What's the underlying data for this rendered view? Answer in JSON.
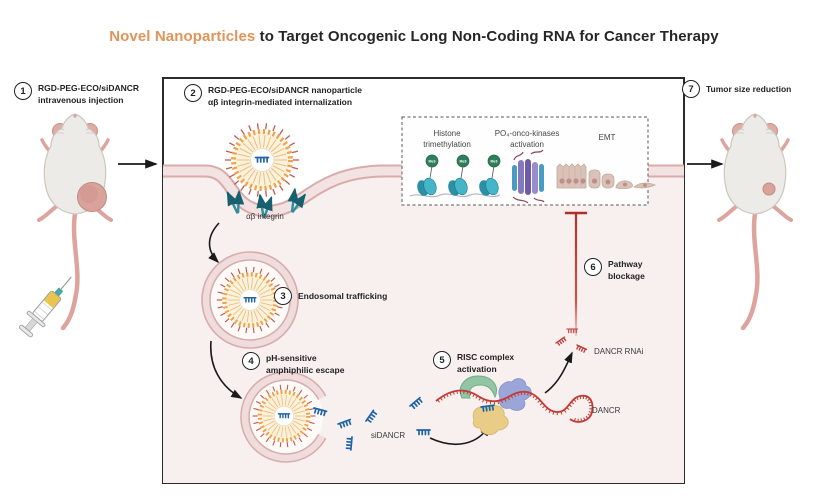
{
  "title": {
    "highlight": "Novel Nanoparticles",
    "rest": " to Target Oncogenic Long Non-Coding RNA for Cancer Therapy"
  },
  "steps": [
    {
      "num": "1",
      "line1": "RGD-PEG-ECO/siDANCR",
      "line2": "intravenous injection"
    },
    {
      "num": "2",
      "line1": "RGD-PEG-ECO/siDANCR nanoparticle",
      "line2": "αβ integrin-mediated internalization"
    },
    {
      "num": "3",
      "line1": "Endosomal trafficking",
      "line2": ""
    },
    {
      "num": "4",
      "line1": "pH-sensitive",
      "line2": "amphiphilic escape"
    },
    {
      "num": "5",
      "line1": "RISC complex",
      "line2": "activation"
    },
    {
      "num": "6",
      "line1": "Pathway",
      "line2": "blockage"
    },
    {
      "num": "7",
      "line1": "Tumor size reduction",
      "line2": ""
    }
  ],
  "labels": {
    "integrin": "αβ integrin",
    "sidancr": "siDANCR",
    "dancr_rnai": "DANCR RNAi",
    "dancr": "DANCR"
  },
  "pathway_panel": {
    "histone_line1": "Histone",
    "histone_line2": "trimethylation",
    "histone_mark": "Me3",
    "kinase_line1": "PO₄-onco-kinases",
    "kinase_line2": "activation",
    "emt": "EMT"
  },
  "colors": {
    "accent_orange": "#E0945A",
    "text_dark": "#262626",
    "cell_fill": "#F8EFEF",
    "membrane_edge": "#D9ABAB",
    "sirna_blue": "#1F64A6",
    "rna_red": "#C23B33",
    "integrin_teal": "#2F8D9E",
    "risc_green": "#92C5A5",
    "risc_blue": "#9AA5D8",
    "risc_yellow": "#E9CD86",
    "histone_teal": "#35A3B8",
    "me3_green": "#2E7D5B",
    "tumor_pink": "#D9A29A"
  }
}
